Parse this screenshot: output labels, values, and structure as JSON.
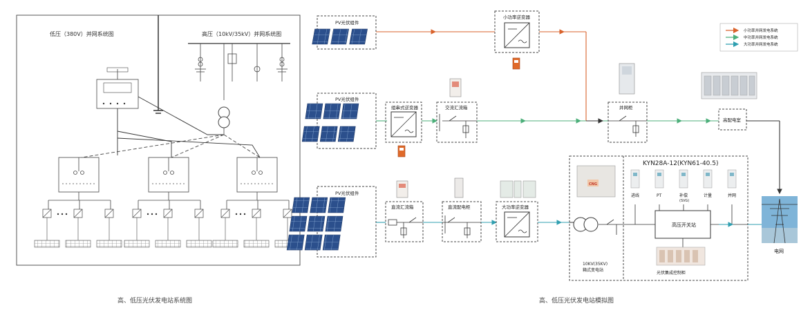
{
  "left": {
    "low_title": "低压（380V）并网系统图",
    "high_title": "高压（10kV/35kV）并网系统图",
    "caption": "高、低压光伏发电站系统图"
  },
  "right": {
    "pv_label": "PV光伏组件",
    "small_inverter": "小功率逆变器",
    "string_inverter": "组串式逆变器",
    "ac_combiner": "交流汇流箱",
    "grid_cabinet": "并网柜",
    "distribution_room": "高配电室",
    "dc_combiner": "直流汇流箱",
    "dc_distribution": "直流配电柜",
    "large_inverter": "大功率逆变器",
    "substation_line1": "10KV(35KV)",
    "substation_line2": "箱式变电站",
    "kyn_title": "KYN28A-12(KYN61-40.5)",
    "cab_labels": [
      "进线",
      "PT",
      "补偿",
      "计量",
      "并网"
    ],
    "cab_sub": "(SVG)",
    "hv_switch": "高压开关站",
    "monitor": "光伏集成控制柜",
    "grid": "电网",
    "caption": "高、低压光伏发电站模拟图"
  },
  "legend": [
    {
      "label": "小功率并网发电系统",
      "color": "#d9622b"
    },
    {
      "label": "中功率并网发电系统",
      "color": "#4caf7a"
    },
    {
      "label": "大功率并网发电系统",
      "color": "#2f9fb0"
    }
  ]
}
